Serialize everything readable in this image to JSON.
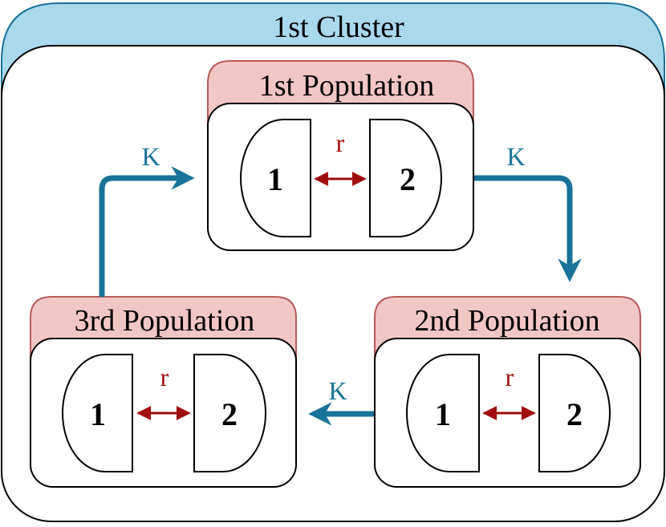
{
  "cluster": {
    "title": "1st Cluster"
  },
  "populations": [
    {
      "title": "1st Population",
      "sub1": "1",
      "sub2": "2",
      "link": "r"
    },
    {
      "title": "2nd Population",
      "sub1": "1",
      "sub2": "2",
      "link": "r"
    },
    {
      "title": "3rd Population",
      "sub1": "1",
      "sub2": "2",
      "link": "r"
    }
  ],
  "connections": {
    "label_1_to_2": "K",
    "label_2_to_3": "K",
    "label_3_to_1": "K"
  },
  "colors": {
    "cluster_header": "#a9d9ed",
    "population_header": "#f3c6c6",
    "coupling_arrow": "#19729a",
    "link_arrow": "#a00e0e"
  }
}
